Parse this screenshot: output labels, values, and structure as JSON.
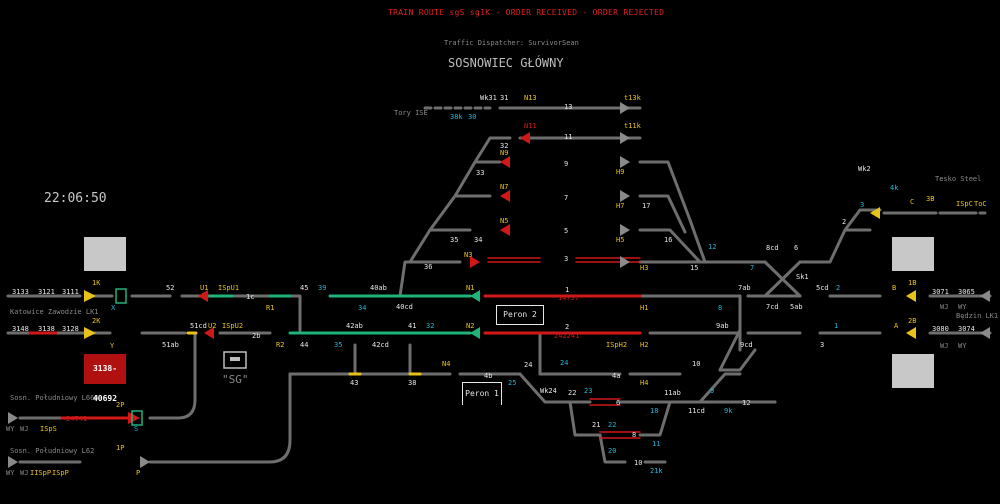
{
  "header": {
    "status": "TRAIN ROUTE sgS sg1K - ORDER RECEIVED - ORDER REJECTED",
    "dispatcher": "Traffic Dispatcher: SurvivorSean",
    "station": "SOSNOWIEC GŁÓWNY",
    "clock": "22:06:50"
  },
  "neighbours": {
    "tory_ise": "Tory ISE",
    "tesko_steel": "Tesko Steel",
    "katowice": "Katowice Zawodzie LK1",
    "bedzin": "Będzin LK1",
    "pld_l660": "Sosn. Południowy L660",
    "pld_l62": "Sosn. Południowy L62"
  },
  "platforms": {
    "p2": "Peron 2",
    "p1": "Peron 1"
  },
  "sg_box": "\"SG\"",
  "train_box": "3138-40692",
  "colors": {
    "idle": "#6e6e6e",
    "route_set": "#1fb37a",
    "occupied": "#d01818",
    "signal_cyan": "#1fb6d8",
    "signal_yellow": "#e8c21a"
  },
  "labels": [
    {
      "id": "wk31",
      "text": "Wk31",
      "cls": "w"
    },
    {
      "id": "n31",
      "text": "31",
      "cls": "w"
    },
    {
      "id": "n13",
      "text": "N13",
      "cls": "y"
    },
    {
      "id": "t13",
      "text": "13",
      "cls": "w"
    },
    {
      "id": "t13k",
      "text": "t13k",
      "cls": "y"
    },
    {
      "id": "s38k",
      "text": "38k",
      "cls": "c"
    },
    {
      "id": "s30",
      "text": "30",
      "cls": "c"
    },
    {
      "id": "n11",
      "text": "N11",
      "cls": "r"
    },
    {
      "id": "t11",
      "text": "11",
      "cls": "w"
    },
    {
      "id": "t11k",
      "text": "t11k",
      "cls": "y"
    },
    {
      "id": "s32",
      "text": "32",
      "cls": "w"
    },
    {
      "id": "n9",
      "text": "N9",
      "cls": "y"
    },
    {
      "id": "t9",
      "text": "9",
      "cls": "w"
    },
    {
      "id": "h9",
      "text": "H9",
      "cls": "y"
    },
    {
      "id": "s33",
      "text": "33",
      "cls": "w"
    },
    {
      "id": "n7",
      "text": "N7",
      "cls": "y"
    },
    {
      "id": "t7",
      "text": "7",
      "cls": "w"
    },
    {
      "id": "h7",
      "text": "H7",
      "cls": "y"
    },
    {
      "id": "s17",
      "text": "17",
      "cls": "w"
    },
    {
      "id": "n5",
      "text": "N5",
      "cls": "y"
    },
    {
      "id": "t5",
      "text": "5",
      "cls": "w"
    },
    {
      "id": "h5",
      "text": "H5",
      "cls": "y"
    },
    {
      "id": "s35",
      "text": "35",
      "cls": "w"
    },
    {
      "id": "s34",
      "text": "34",
      "cls": "w"
    },
    {
      "id": "s16",
      "text": "16",
      "cls": "w"
    },
    {
      "id": "n3",
      "text": "N3",
      "cls": "y"
    },
    {
      "id": "t3",
      "text": "3",
      "cls": "w"
    },
    {
      "id": "h3",
      "text": "H3",
      "cls": "y"
    },
    {
      "id": "s36",
      "text": "36",
      "cls": "w"
    },
    {
      "id": "s15",
      "text": "15",
      "cls": "w"
    },
    {
      "id": "s12",
      "text": "12",
      "cls": "c"
    },
    {
      "id": "s7c",
      "text": "7",
      "cls": "c"
    },
    {
      "id": "bcd",
      "text": "8cd",
      "cls": "w"
    },
    {
      "id": "s6",
      "text": "6",
      "cls": "w"
    },
    {
      "id": "sk1",
      "text": "Sk1",
      "cls": "w"
    },
    {
      "id": "wk2",
      "text": "Wk2",
      "cls": "w"
    },
    {
      "id": "s4k",
      "text": "4k",
      "cls": "c"
    },
    {
      "id": "s3c",
      "text": "3",
      "cls": "c"
    },
    {
      "id": "sc",
      "text": "C",
      "cls": "y"
    },
    {
      "id": "s3b",
      "text": "3B",
      "cls": "y"
    },
    {
      "id": "ispc",
      "text": "ISpC",
      "cls": "y"
    },
    {
      "id": "toc",
      "text": "ToC",
      "cls": "y"
    },
    {
      "id": "s2",
      "text": "2",
      "cls": "w"
    },
    {
      "id": "t3133",
      "text": "3133",
      "cls": "w"
    },
    {
      "id": "t3121",
      "text": "3121",
      "cls": "w"
    },
    {
      "id": "t3111",
      "text": "3111",
      "cls": "w"
    },
    {
      "id": "s1k",
      "text": "1K",
      "cls": "y"
    },
    {
      "id": "sx",
      "text": "X",
      "cls": "c"
    },
    {
      "id": "s52",
      "text": "52",
      "cls": "w"
    },
    {
      "id": "u1",
      "text": "U1",
      "cls": "y"
    },
    {
      "id": "ispu1",
      "text": "ISpU1",
      "cls": "y"
    },
    {
      "id": "s1c",
      "text": "1c",
      "cls": "w"
    },
    {
      "id": "s45",
      "text": "45",
      "cls": "w"
    },
    {
      "id": "s39",
      "text": "39",
      "cls": "c"
    },
    {
      "id": "s40ab",
      "text": "40ab",
      "cls": "w"
    },
    {
      "id": "n1",
      "text": "N1",
      "cls": "y"
    },
    {
      "id": "t1",
      "text": "1",
      "cls": "w"
    },
    {
      "id": "occ1",
      "text": "14737",
      "cls": "r"
    },
    {
      "id": "s7ab",
      "text": "7ab",
      "cls": "w"
    },
    {
      "id": "s5cd",
      "text": "5cd",
      "cls": "w"
    },
    {
      "id": "s2c",
      "text": "2",
      "cls": "c"
    },
    {
      "id": "sb",
      "text": "B",
      "cls": "y"
    },
    {
      "id": "s1b",
      "text": "1B",
      "cls": "y"
    },
    {
      "id": "t3071",
      "text": "3071",
      "cls": "w"
    },
    {
      "id": "t3065",
      "text": "3065",
      "cls": "w"
    },
    {
      "id": "sr1",
      "text": "R1",
      "cls": "y"
    },
    {
      "id": "s34c",
      "text": "34",
      "cls": "c"
    },
    {
      "id": "s40cd",
      "text": "40cd",
      "cls": "w"
    },
    {
      "id": "h1",
      "text": "H1",
      "cls": "y"
    },
    {
      "id": "s8c",
      "text": "8",
      "cls": "c"
    },
    {
      "id": "s7cd",
      "text": "7cd",
      "cls": "w"
    },
    {
      "id": "s5ab",
      "text": "5ab",
      "cls": "w"
    },
    {
      "id": "t3148",
      "text": "3148",
      "cls": "w"
    },
    {
      "id": "t3138",
      "text": "3138",
      "cls": "w"
    },
    {
      "id": "t3128",
      "text": "3128",
      "cls": "w"
    },
    {
      "id": "s2k",
      "text": "2K",
      "cls": "y"
    },
    {
      "id": "sy",
      "text": "Y",
      "cls": "y"
    },
    {
      "id": "s51cd",
      "text": "51cd",
      "cls": "w"
    },
    {
      "id": "u2",
      "text": "U2",
      "cls": "y"
    },
    {
      "id": "ispu2",
      "text": "ISpU2",
      "cls": "y"
    },
    {
      "id": "s2b",
      "text": "2b",
      "cls": "w"
    },
    {
      "id": "s42ab",
      "text": "42ab",
      "cls": "w"
    },
    {
      "id": "s41",
      "text": "41",
      "cls": "w"
    },
    {
      "id": "s32c",
      "text": "32",
      "cls": "c"
    },
    {
      "id": "n2",
      "text": "N2",
      "cls": "y"
    },
    {
      "id": "t2",
      "text": "2",
      "cls": "w"
    },
    {
      "id": "occ2",
      "text": "242241",
      "cls": "r"
    },
    {
      "id": "isph2",
      "text": "ISpH2",
      "cls": "y"
    },
    {
      "id": "s9ab",
      "text": "9ab",
      "cls": "w"
    },
    {
      "id": "s1c2",
      "text": "1",
      "cls": "c"
    },
    {
      "id": "sa",
      "text": "A",
      "cls": "y"
    },
    {
      "id": "s2b2",
      "text": "2B",
      "cls": "y"
    },
    {
      "id": "t3080",
      "text": "3080",
      "cls": "w"
    },
    {
      "id": "t3074",
      "text": "3074",
      "cls": "w"
    },
    {
      "id": "s51ab",
      "text": "51ab",
      "cls": "w"
    },
    {
      "id": "r2",
      "text": "R2",
      "cls": "y"
    },
    {
      "id": "s44",
      "text": "44",
      "cls": "w"
    },
    {
      "id": "s35c",
      "text": "35",
      "cls": "c"
    },
    {
      "id": "s42cd",
      "text": "42cd",
      "cls": "w"
    },
    {
      "id": "h2",
      "text": "H2",
      "cls": "y"
    },
    {
      "id": "s9cd",
      "text": "9cd",
      "cls": "w"
    },
    {
      "id": "s3r",
      "text": "3",
      "cls": "w"
    },
    {
      "id": "n4",
      "text": "N4",
      "cls": "y"
    },
    {
      "id": "s4b",
      "text": "4b",
      "cls": "w"
    },
    {
      "id": "s24",
      "text": "24",
      "cls": "w"
    },
    {
      "id": "s24c",
      "text": "24",
      "cls": "c"
    },
    {
      "id": "s4a",
      "text": "4a",
      "cls": "w"
    },
    {
      "id": "s10",
      "text": "10",
      "cls": "w"
    },
    {
      "id": "s43",
      "text": "43",
      "cls": "w"
    },
    {
      "id": "s38",
      "text": "38",
      "cls": "w"
    },
    {
      "id": "s25",
      "text": "25",
      "cls": "c"
    },
    {
      "id": "h4",
      "text": "H4",
      "cls": "y"
    },
    {
      "id": "wk24",
      "text": "Wk24",
      "cls": "w"
    },
    {
      "id": "s22",
      "text": "22",
      "cls": "w"
    },
    {
      "id": "s23",
      "text": "23",
      "cls": "c"
    },
    {
      "id": "s11ab",
      "text": "11ab",
      "cls": "w"
    },
    {
      "id": "t6",
      "text": "6",
      "cls": "w"
    },
    {
      "id": "s18",
      "text": "18",
      "cls": "c"
    },
    {
      "id": "s11cd",
      "text": "11cd",
      "cls": "w"
    },
    {
      "id": "s9c",
      "text": "9",
      "cls": "c"
    },
    {
      "id": "s9k",
      "text": "9k",
      "cls": "c"
    },
    {
      "id": "t12",
      "text": "12",
      "cls": "w"
    },
    {
      "id": "s21",
      "text": "21",
      "cls": "w"
    },
    {
      "id": "s22c",
      "text": "22",
      "cls": "c"
    },
    {
      "id": "t8",
      "text": "8",
      "cls": "w"
    },
    {
      "id": "s11c",
      "text": "11",
      "cls": "c"
    },
    {
      "id": "s20",
      "text": "20",
      "cls": "c"
    },
    {
      "id": "t10",
      "text": "10",
      "cls": "w"
    },
    {
      "id": "s21k",
      "text": "21k",
      "cls": "c"
    },
    {
      "id": "s2p",
      "text": "2P",
      "cls": "y"
    },
    {
      "id": "occ3",
      "text": "24741",
      "cls": "r"
    },
    {
      "id": "ss",
      "text": "S",
      "cls": "c"
    },
    {
      "id": "wy1",
      "text": "WY",
      "cls": "g"
    },
    {
      "id": "wj1",
      "text": "WJ",
      "cls": "g"
    },
    {
      "id": "isps",
      "text": "ISpS",
      "cls": "y"
    },
    {
      "id": "s1p",
      "text": "1P",
      "cls": "y"
    },
    {
      "id": "sp",
      "text": "P",
      "cls": "y"
    },
    {
      "id": "wy2",
      "text": "WY",
      "cls": "g"
    },
    {
      "id": "wj2",
      "text": "WJ",
      "cls": "g"
    },
    {
      "id": "iisp",
      "text": "IISpP",
      "cls": "y"
    },
    {
      "id": "isp",
      "text": "ISpP",
      "cls": "y"
    },
    {
      "id": "wj3",
      "text": "WJ",
      "cls": "g"
    },
    {
      "id": "wy3",
      "text": "WY",
      "cls": "g"
    },
    {
      "id": "wj4",
      "text": "WJ",
      "cls": "g"
    },
    {
      "id": "wy4",
      "text": "WY",
      "cls": "g"
    }
  ]
}
